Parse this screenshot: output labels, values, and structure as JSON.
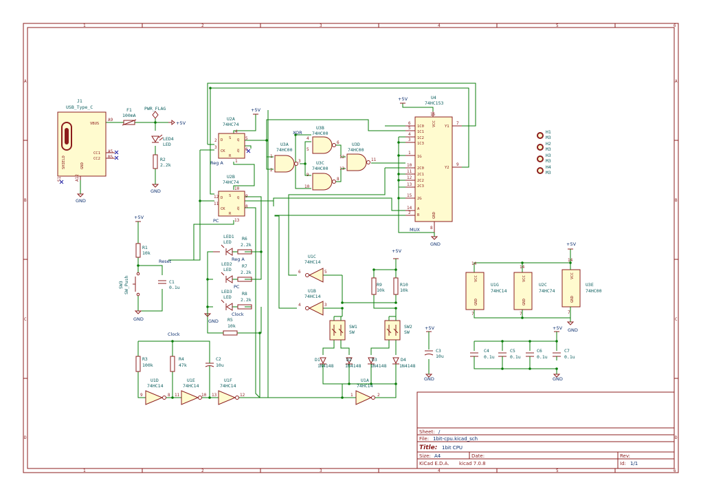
{
  "border": {
    "columns": [
      "1",
      "2",
      "3",
      "4",
      "5",
      "6"
    ],
    "rows": [
      "A",
      "B",
      "C",
      "D"
    ]
  },
  "title_block": {
    "sheet_label": "Sheet:",
    "sheet_value": "/",
    "file_label": "File:",
    "file_value": "1bit-cpu.kicad_sch",
    "title_label": "Title:",
    "title_value": "1bit CPU",
    "size_label": "Size:",
    "size_value": "A4",
    "date_label": "Date:",
    "date_value": "",
    "rev_label": "Rev:",
    "rev_value": "",
    "tool": "KiCad E.D.A.",
    "tool_version": "kicad 7.0.8",
    "id_label": "Id:",
    "id_value": "1/1"
  },
  "components": {
    "J1": {
      "ref": "J1",
      "value": "USB_Type_C",
      "pins": [
        "VBUS",
        "CC1",
        "CC2",
        "SHIELD",
        "GND",
        "A9",
        "A5",
        "B5",
        "S1",
        "A12"
      ]
    },
    "F1": {
      "ref": "F1",
      "value": "100mA"
    },
    "PWR_FLAG": {
      "value": "PWR_FLAG"
    },
    "LED4": {
      "ref": "LED4",
      "value": "LED"
    },
    "R2": {
      "ref": "R2",
      "value": "2.2k"
    },
    "U2A": {
      "ref": "U2A",
      "value": "74HC74",
      "note": "Reg A"
    },
    "U2B": {
      "ref": "U2B",
      "value": "74HC74",
      "note": "PC"
    },
    "U3A": {
      "ref": "U3A",
      "value": "74HC00"
    },
    "U3B": {
      "ref": "U3B",
      "value": "74HC00",
      "note": "XOR"
    },
    "U3C": {
      "ref": "U3C",
      "value": "74HC00"
    },
    "U3D": {
      "ref": "U3D",
      "value": "74HC00"
    },
    "U4": {
      "ref": "U4",
      "value": "74HC153",
      "note": "MUX",
      "pins": [
        "1C0",
        "1C1",
        "1C2",
        "1C3",
        "1G",
        "2C0",
        "2C1",
        "2C2",
        "2C3",
        "2G",
        "A",
        "B",
        "VCC",
        "GND",
        "Y1",
        "Y2"
      ]
    },
    "H": {
      "refs": [
        "H1",
        "H2",
        "H3",
        "H4"
      ],
      "value": "M3"
    },
    "R1": {
      "ref": "R1",
      "value": "10k"
    },
    "SW3": {
      "ref": "SW3",
      "value": "SW_Push"
    },
    "C1": {
      "ref": "C1",
      "value": "0.1u"
    },
    "LED1": {
      "ref": "LED1",
      "value": "LED",
      "net": "Reg A"
    },
    "LED2": {
      "ref": "LED2",
      "value": "LED",
      "net": "PC"
    },
    "LED3": {
      "ref": "LED3",
      "value": "LED",
      "net": "Clock"
    },
    "R6": {
      "ref": "R6",
      "value": "2.2k"
    },
    "R7": {
      "ref": "R7",
      "value": "2.2k"
    },
    "R8": {
      "ref": "R8",
      "value": "2.2k"
    },
    "R5": {
      "ref": "R5",
      "value": "10k"
    },
    "U1C": {
      "ref": "U1C",
      "value": "74HC14"
    },
    "U1B": {
      "ref": "U1B",
      "value": "74HC14"
    },
    "U1A": {
      "ref": "U1A",
      "value": "74HC14"
    },
    "U1D": {
      "ref": "U1D",
      "value": "74HC14"
    },
    "U1E": {
      "ref": "U1E",
      "value": "74HC14"
    },
    "U1F": {
      "ref": "U1F",
      "value": "74HC14"
    },
    "R9": {
      "ref": "R9",
      "value": "10k"
    },
    "R10": {
      "ref": "R10",
      "value": "10k"
    },
    "SW1": {
      "ref": "SW1",
      "value": "SW"
    },
    "SW2": {
      "ref": "SW2",
      "value": "SW"
    },
    "D1": {
      "ref": "D1",
      "value": "1N4148"
    },
    "D2": {
      "ref": "D2",
      "value": "1N4148"
    },
    "D3": {
      "ref": "D3",
      "value": "1N4148"
    },
    "D4": {
      "ref": "D4",
      "value": "1N4148"
    },
    "R3": {
      "ref": "R3",
      "value": "100k"
    },
    "R4": {
      "ref": "R4",
      "value": "47k"
    },
    "C2": {
      "ref": "C2",
      "value": "10u"
    },
    "C3": {
      "ref": "C3",
      "value": "10u"
    },
    "U1G": {
      "ref": "U1G",
      "value": "74HC14"
    },
    "U2C": {
      "ref": "U2C",
      "value": "74HC74"
    },
    "U3E": {
      "ref": "U3E",
      "value": "74HC00"
    },
    "C4": {
      "ref": "C4",
      "value": "0.1u"
    },
    "C5": {
      "ref": "C5",
      "value": "0.1u"
    },
    "C6": {
      "ref": "C6",
      "value": "0.1u"
    },
    "C7": {
      "ref": "C7",
      "value": "0.1u"
    }
  },
  "labels": {
    "vcc": "+5V",
    "gnd": "GND",
    "reset": "Reset",
    "clock": "Clock",
    "reg_a": "Reg A",
    "pc": "PC",
    "xor": "XOR",
    "mux": "MUX",
    "vcc_pin": "VCC",
    "gnd_pin": "GND"
  },
  "ff_pins": {
    "D": "D",
    "Q": "Q",
    "Qb": "Q̅",
    "S": "S",
    "R": "R",
    "CK": "CK"
  }
}
